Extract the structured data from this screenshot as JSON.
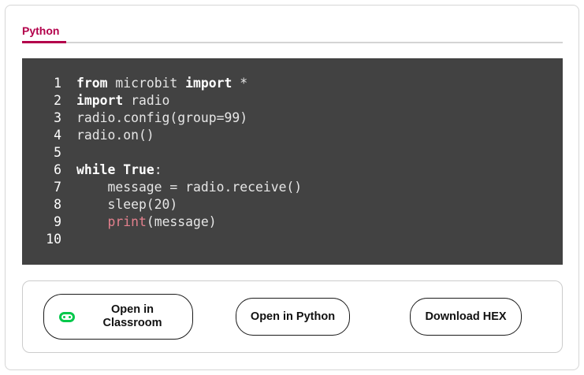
{
  "tabs": [
    {
      "label": "Python",
      "active": true
    }
  ],
  "code": {
    "lines": [
      {
        "num": "1",
        "parts": [
          {
            "t": "from",
            "c": "kw"
          },
          {
            "t": " microbit ",
            "c": ""
          },
          {
            "t": "import",
            "c": "kw"
          },
          {
            "t": " *",
            "c": ""
          }
        ]
      },
      {
        "num": "2",
        "parts": [
          {
            "t": "import",
            "c": "kw"
          },
          {
            "t": " radio",
            "c": ""
          }
        ]
      },
      {
        "num": "3",
        "parts": [
          {
            "t": "radio.config(group=99)",
            "c": ""
          }
        ]
      },
      {
        "num": "4",
        "parts": [
          {
            "t": "radio.on()",
            "c": ""
          }
        ]
      },
      {
        "num": "5",
        "parts": []
      },
      {
        "num": "6",
        "parts": [
          {
            "t": "while",
            "c": "kw"
          },
          {
            "t": " ",
            "c": ""
          },
          {
            "t": "True",
            "c": "kw"
          },
          {
            "t": ":",
            "c": ""
          }
        ]
      },
      {
        "num": "7",
        "parts": [
          {
            "t": "    message = radio.receive()",
            "c": ""
          }
        ]
      },
      {
        "num": "8",
        "parts": [
          {
            "t": "    sleep(20)",
            "c": ""
          }
        ]
      },
      {
        "num": "9",
        "parts": [
          {
            "t": "    ",
            "c": ""
          },
          {
            "t": "print",
            "c": "fn"
          },
          {
            "t": "(message)",
            "c": ""
          }
        ]
      },
      {
        "num": "10",
        "parts": []
      }
    ]
  },
  "actions": {
    "classroom_label": "Open in Classroom",
    "python_label": "Open in Python",
    "hex_label": "Download HEX",
    "classroom_icon": "microbit-icon"
  },
  "colors": {
    "accent": "#b3004b",
    "code_bg": "#424242",
    "icon_green": "#00c84a"
  }
}
